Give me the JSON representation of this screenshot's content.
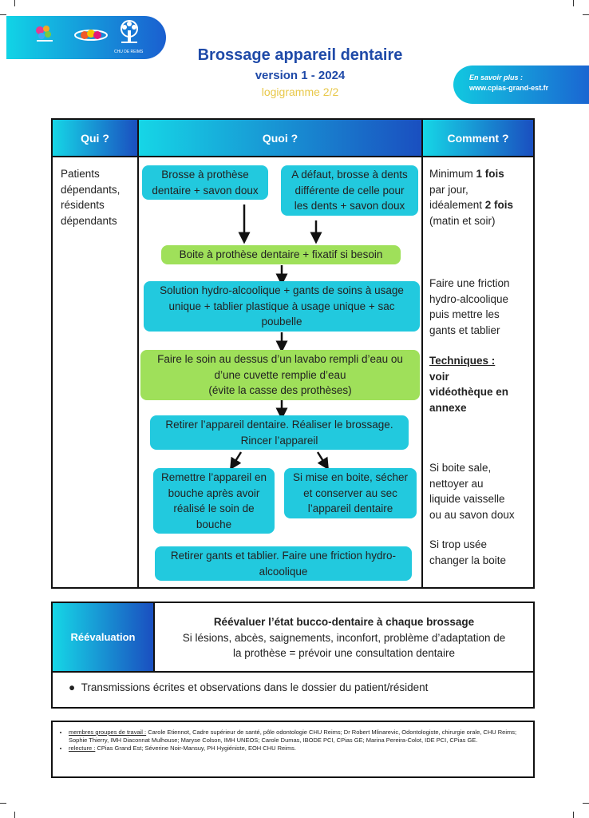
{
  "header": {
    "logos": [
      "cpias-grand-est-logo",
      "ars-grand-est-logo",
      "chu-reims-logo"
    ],
    "chu_caption": "CHU DE REIMS",
    "title": "Brossage appareil dentaire",
    "version": "version 1 - 2024",
    "subtitle": "logigramme 2/2",
    "info": {
      "line1": "En savoir  plus :",
      "line2": "www.cpias-grand-est.fr"
    }
  },
  "table": {
    "headers": [
      "Qui ?",
      "Quoi ?",
      "Comment ?"
    ],
    "qui": [
      "Patients",
      "dépendants,",
      "résidents",
      "dépendants"
    ],
    "flow": {
      "box1": [
        "Brosse à prothèse",
        "dentaire + savon doux"
      ],
      "box2": [
        "A défaut, brosse à dents",
        "différente de celle pour",
        "les dents + savon doux"
      ],
      "box3": "Boite à prothèse dentaire + fixatif si besoin",
      "box4": [
        "Solution hydro-alcoolique + gants de soins à usage",
        "unique + tablier plastique à usage unique + sac",
        "poubelle"
      ],
      "box5": [
        "Faire le soin au dessus d’un lavabo rempli d’eau ou",
        "d’une cuvette remplie d’eau",
        "(évite la casse des prothèses)"
      ],
      "box6": [
        "Retirer l’appareil dentaire. Réaliser le brossage.",
        "Rincer l’appareil"
      ],
      "box7": [
        "Remettre l’appareil en",
        "bouche après avoir",
        "réalisé le soin de",
        "bouche"
      ],
      "box8": [
        "Si mise en boite, sécher",
        "et conserver au sec",
        "l’appareil dentaire"
      ],
      "box9": [
        "Retirer gants et tablier. Faire une friction hydro-",
        "alcoolique"
      ]
    },
    "comment": {
      "c1": {
        "pre": "Minimum ",
        "bold1": "1 fois",
        "mid": "par jour,",
        "pre2": "idéalement ",
        "bold2": "2 fois",
        "post": "(matin et soir)"
      },
      "c2": [
        "Faire une friction",
        "hydro-alcoolique",
        "puis mettre les",
        "gants et tablier"
      ],
      "c3_title": "Techniques :",
      "c3": [
        "voir",
        "vidéothèque en",
        "annexe"
      ],
      "c4": [
        "Si boite sale,",
        "nettoyer au",
        "liquide vaisselle",
        "ou au savon doux"
      ],
      "c5": [
        "Si trop usée",
        "changer la boite"
      ]
    }
  },
  "reevaluation": {
    "label": "Réévaluation",
    "title": "Réévaluer l’état bucco-dentaire à chaque brossage",
    "line1": "Si lésions, abcès, saignements, inconfort, problème d’adaptation de",
    "line2": "la prothèse = prévoir une consultation dentaire",
    "bullet": "Transmissions écrites et observations dans le dossier du patient/résident"
  },
  "footer": {
    "item1_label": "membres groupes de travail :",
    "item1_text": " Carole Etiennot, Cadre supérieur de santé, pôle odontologie CHU Reims; Dr Robert Mlinarevic, Odontologiste, chirurgie orale, CHU Reims; Sophie Thierry, IMH Diaconnat Mulhouse; Maryse Colson, IMH UNEOS; Carole Dumas, IBODE PCI, CPias GE; Marina Pereira-Colot, IDE PCI, CPias GE.",
    "item2_label": "relecture :",
    "item2_text": " CPias Grand Est; Séverine Noir-Mansuy, PH Hygiéniste, EOH CHU Reims."
  },
  "colors": {
    "brand_blue": "#1f4aa8",
    "cyan": "#22c9de",
    "green": "#9fe05a",
    "yellow": "#e8c84a"
  }
}
